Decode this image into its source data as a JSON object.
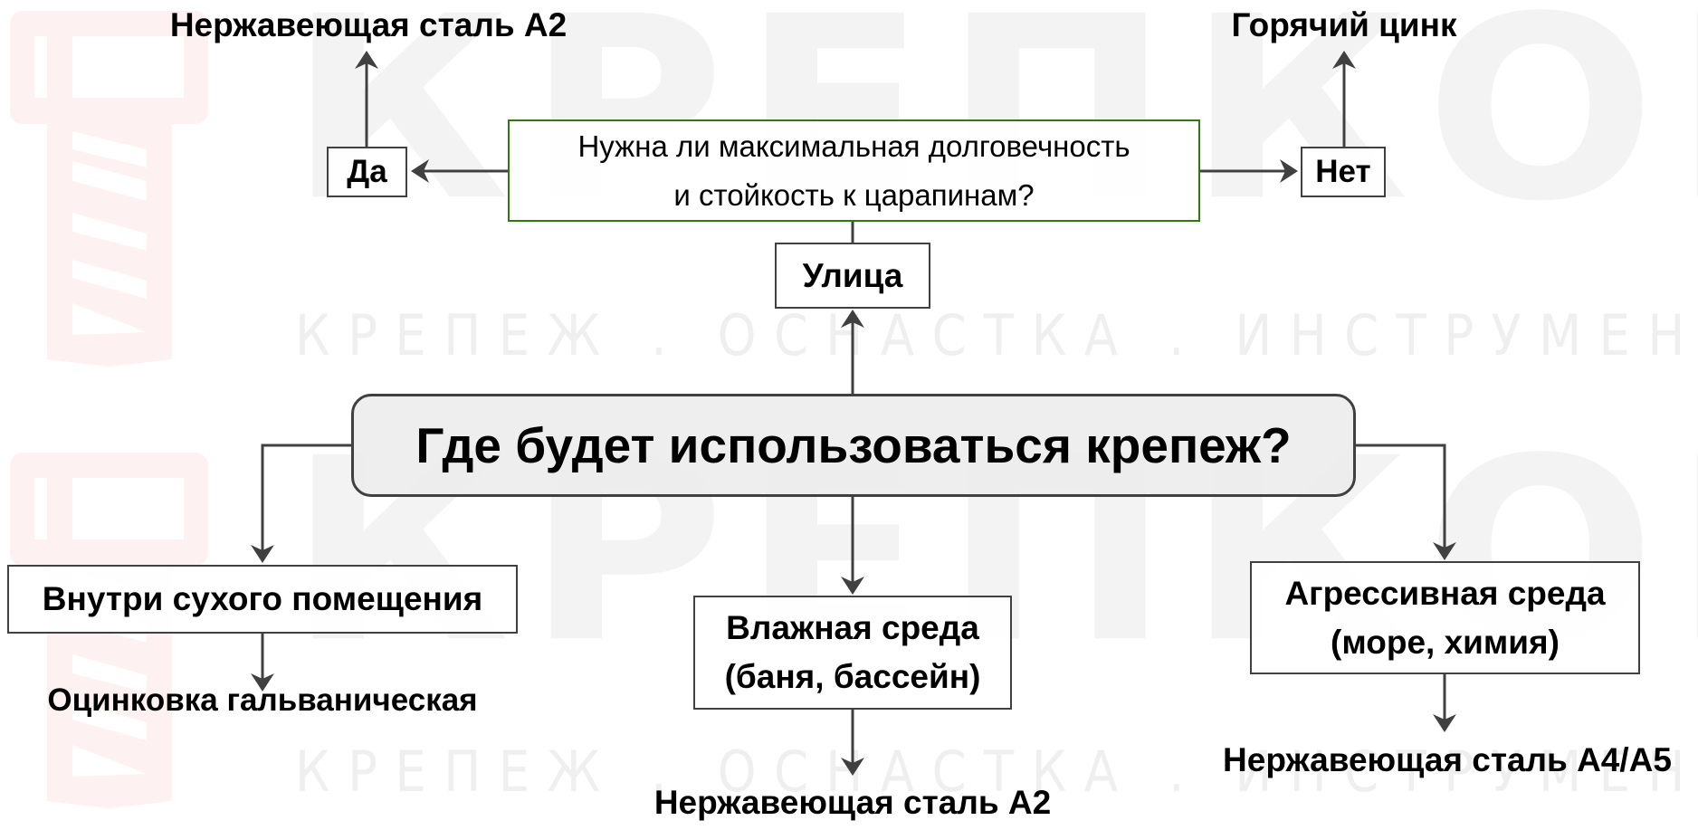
{
  "watermark": {
    "brand": "КРЕПКОМ",
    "tagline": "КРЕПЕЖ . ОСНАСТКА . ИНСТРУМЕНТ",
    "brand_color": "#f3f3f3",
    "logo_color": "#fdf1f1"
  },
  "diagram": {
    "root": {
      "label": "Где будет использоваться крепеж?"
    },
    "branches": {
      "outdoor": {
        "label": "Улица",
        "question": {
          "line1": "Нужна ли максимальная долговечность",
          "line2": "и стойкость к царапинам?"
        },
        "yes": {
          "label": "Да",
          "result": "Нержавеющая сталь А2"
        },
        "no": {
          "label": "Нет",
          "result": "Горячий цинк"
        }
      },
      "dry_indoor": {
        "label": "Внутри сухого помещения",
        "result": "Оцинковка гальваническая"
      },
      "humid": {
        "line1": "Влажная среда",
        "line2": "(баня, бассейн)",
        "result": "Нержавеющая сталь А2"
      },
      "aggressive": {
        "line1": "Агрессивная среда",
        "line2": "(море, химия)",
        "result": "Нержавеющая сталь А4/А5"
      }
    },
    "colors": {
      "connector": "#404040",
      "question_border": "#2f7a0e",
      "root_fill": "#ececec"
    }
  }
}
